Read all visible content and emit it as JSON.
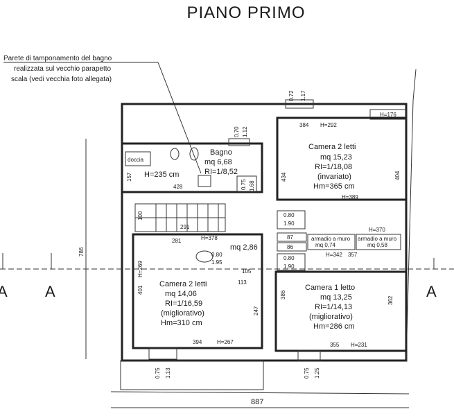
{
  "title": "PIANO PRIMO",
  "note": {
    "line1": "Parete di tamponamento del bagno",
    "line2": "realizzata sul  vecchio parapetto",
    "line3": "scala (vedi vecchia foto allegata)"
  },
  "bagno": {
    "label": "Bagno",
    "area": "mq 6,68",
    "ri": "RI=1/8,52",
    "doccia": "doccia",
    "height": "H=235 cm",
    "d157": "157",
    "d428": "428"
  },
  "camera_2_letti_top": {
    "label": "Camera 2 letti",
    "area": "mq 15,23",
    "ri": "RI=1/18,08",
    "state": "(invariato)",
    "hm": "Hm=365 cm",
    "d384": "384",
    "h292": "H=292",
    "h176": "H=176",
    "d434": "434",
    "d404": "404",
    "h389": "H=389"
  },
  "camera_2_letti_bottom": {
    "label": "Camera 2 letti",
    "area": "mq 14,06",
    "ri": "RI=1/16,59",
    "state": "(migliorativo)",
    "hm": "Hm=310 cm",
    "d401": "401",
    "h269": "H=269",
    "d247": "247",
    "d394": "394",
    "h267": "H=267"
  },
  "camera_1_letto": {
    "label": "Camera 1 letto",
    "area": "mq 13,25",
    "ri": "RI=1/14,13",
    "state": "(migliorativo)",
    "hm": "Hm=286 cm",
    "d386": "386",
    "d362": "362",
    "d355": "355",
    "h231": "H=231"
  },
  "disimpegno": {
    "area": "mq 2,86",
    "d281": "281",
    "d291": "291",
    "h378": "H=378",
    "d0_80": "0.80",
    "d1_95": "1.95",
    "d105": "105",
    "d113": "113",
    "d100": "100"
  },
  "armadi": {
    "a1_label": "armadio a muro",
    "a1_area": "mq 0,74",
    "a2_label": "armadio a muro",
    "a2_area": "mq 0,58",
    "h370": "H=370",
    "h342": "H=342",
    "d357": "357",
    "d87": "87",
    "d86": "86"
  },
  "windows": {
    "top_a": "0.72",
    "top_b": "1.17",
    "bath_a": "0.70",
    "bath_b": "1.12",
    "inner_a": "0.75",
    "inner_b": "1.68",
    "door1_a": "0.80",
    "door1_b": "1.90",
    "door2_a": "0.80",
    "door2_b": "1.90",
    "bl_a": "0.75",
    "bl_b": "1.13",
    "br_a": "0.75",
    "br_b": "1.25"
  },
  "overall": {
    "d786": "786",
    "d887": "887"
  },
  "section_mark": "A"
}
